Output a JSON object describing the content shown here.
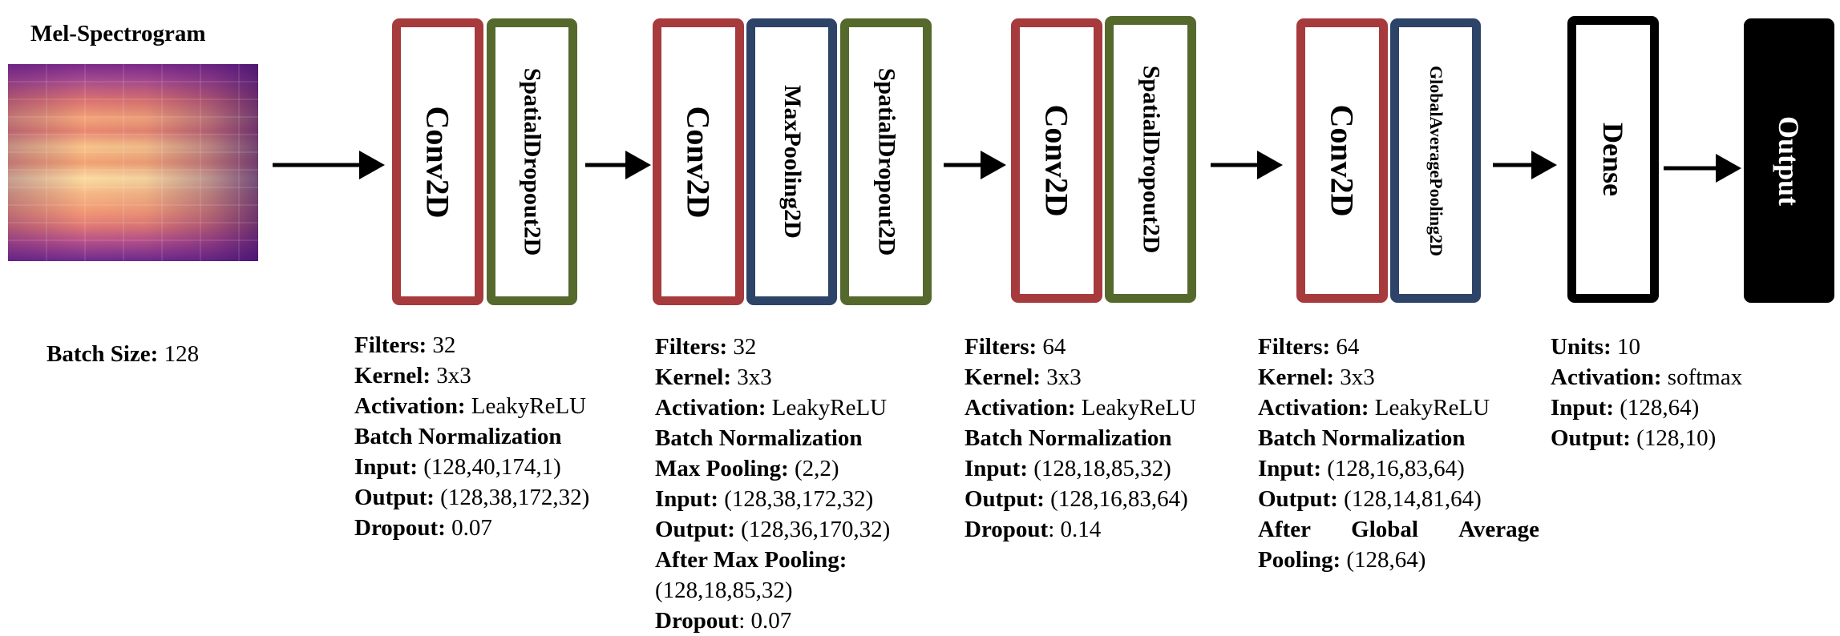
{
  "colors": {
    "conv": "#a63a3c",
    "dropout": "#56692d",
    "pooling": "#2d4468",
    "dense": "#000000",
    "output": "#000000"
  },
  "input": {
    "title": "Mel-Spectrogram",
    "batch_key": "Batch Size:",
    "batch_val": " 128"
  },
  "blocks": {
    "conv1": "Conv2D",
    "drop1": "SpatialDropout2D",
    "conv2": "Conv2D",
    "pool2": "MaxPooling2D",
    "drop2": "SpatialDropout2D",
    "conv3": "Conv2D",
    "drop3": "SpatialDropout2D",
    "conv4": "Conv2D",
    "gap4": "GlobalAveragePooling2D",
    "dense": "Dense",
    "output": "Output"
  },
  "stages": {
    "s1": [
      {
        "k": "Filters:",
        "v": " 32"
      },
      {
        "k": "Kernel:",
        "v": " 3x3"
      },
      {
        "k": "Activation:",
        "v": " LeakyReLU"
      },
      {
        "k": "Batch Normalization",
        "v": ""
      },
      {
        "k": "Input:",
        "v": " (128,40,174,1)"
      },
      {
        "k": "Output:",
        "v": " (128,38,172,32)"
      },
      {
        "k": "Dropout:",
        "v": " 0.07"
      }
    ],
    "s2": [
      {
        "k": "Filters:",
        "v": " 32"
      },
      {
        "k": "Kernel:",
        "v": " 3x3"
      },
      {
        "k": "Activation:",
        "v": " LeakyReLU"
      },
      {
        "k": "Batch Normalization",
        "v": ""
      },
      {
        "k": "Max Pooling:",
        "v": " (2,2)"
      },
      {
        "k": "Input:",
        "v": " (128,38,172,32)"
      },
      {
        "k": "Output:",
        "v": " (128,36,170,32)"
      },
      {
        "k": "After Max Pooling:",
        "v": ""
      },
      {
        "k": "",
        "v": "(128,18,85,32)"
      },
      {
        "k": "Dropout",
        "v": ": 0.07"
      }
    ],
    "s3": [
      {
        "k": "Filters:",
        "v": " 64"
      },
      {
        "k": "Kernel:",
        "v": " 3x3"
      },
      {
        "k": "Activation:",
        "v": " LeakyReLU"
      },
      {
        "k": "Batch Normalization",
        "v": ""
      },
      {
        "k": "Input:",
        "v": " (128,18,85,32)"
      },
      {
        "k": "Output:",
        "v": " (128,16,83,64)"
      },
      {
        "k": "Dropout",
        "v": ": 0.14"
      }
    ],
    "s4": [
      {
        "k": "Filters:",
        "v": " 64"
      },
      {
        "k": "Kernel:",
        "v": " 3x3"
      },
      {
        "k": "Activation:",
        "v": " LeakyReLU"
      },
      {
        "k": "Batch Normalization",
        "v": ""
      },
      {
        "k": "Input:",
        "v": " (128,16,83,64)"
      },
      {
        "k": "Output:",
        "v": " (128,14,81,64)"
      },
      {
        "k": "After Global Average",
        "v": ""
      },
      {
        "k": "Pooling:",
        "v": " (128,64)"
      }
    ],
    "s5": [
      {
        "k": "Units:",
        "v": " 10"
      },
      {
        "k": "Activation:",
        "v": " softmax"
      },
      {
        "k": "Input:",
        "v": " (128,64)"
      },
      {
        "k": "Output:",
        "v": " (128,10)"
      }
    ]
  }
}
